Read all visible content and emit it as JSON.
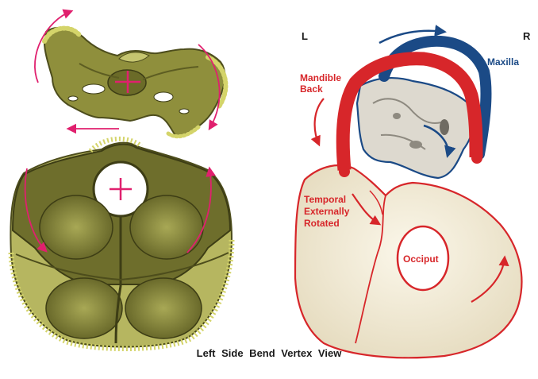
{
  "caption": "Left Side Bend  Vertex View",
  "right_panel": {
    "side_left": "L",
    "side_right": "R",
    "labels": {
      "maxilla": "Maxilla",
      "mandible_line1": "Mandible",
      "mandible_line2": "Back",
      "temporal_line1": "Temporal",
      "temporal_line2": "Externally",
      "temporal_line3": "Rotated",
      "occiput": "Occiput"
    }
  },
  "colors": {
    "bone_olive": "#8f8f3c",
    "bone_dark": "#4d4d1c",
    "bone_rim": "#d4d46a",
    "arrow_magenta": "#e0206e",
    "mandible_red": "#d7262a",
    "maxilla_blue": "#1b4a86",
    "bone_cream": "#f1ead6"
  }
}
